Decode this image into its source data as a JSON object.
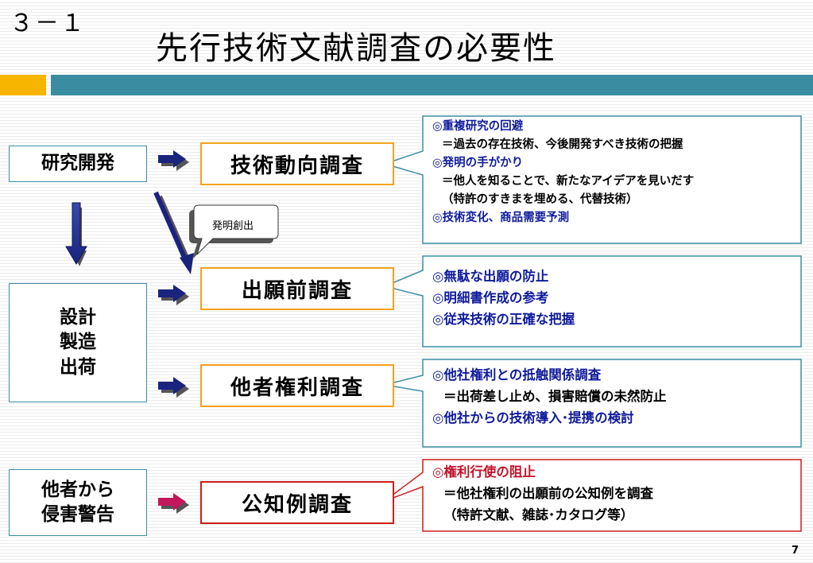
{
  "slide": {
    "number": "３－１",
    "title": "先行技術文献調査の必要性",
    "page": "7"
  },
  "left_boxes": {
    "research": "研究開発",
    "design_lines": [
      "設計",
      "製造",
      "出荷"
    ],
    "warning_lines": [
      "他者から",
      "侵害警告"
    ]
  },
  "bubble": {
    "label": "発明創出"
  },
  "surveys": [
    {
      "label": "技術動向調査",
      "notes": [
        {
          "text": "◎重複研究の回避",
          "style": "blue"
        },
        {
          "text": "＝過去の存在技術、今後開発すべき技術の把握",
          "style": "plain"
        },
        {
          "text": "◎発明の手がかり",
          "style": "blue"
        },
        {
          "text": "＝他人を知ることで、新たなアイデアを見いだす",
          "style": "plain"
        },
        {
          "text": "（特許のすきまを埋める、代替技術）",
          "style": "plain"
        },
        {
          "text": "◎技術変化、商品需要予測",
          "style": "blue"
        }
      ]
    },
    {
      "label": "出願前調査",
      "notes": [
        {
          "text": "◎無駄な出願の防止",
          "style": "blue"
        },
        {
          "text": "◎明細書作成の参考",
          "style": "blue"
        },
        {
          "text": "◎従来技術の正確な把握",
          "style": "blue"
        }
      ]
    },
    {
      "label": "他者権利調査",
      "notes": [
        {
          "text": "◎他社権利との抵触関係調査",
          "style": "blue"
        },
        {
          "text": "＝出荷差し止め、損害賠償の未然防止",
          "style": "plain"
        },
        {
          "text": "◎他社からの技術導入･提携の検討",
          "style": "blue"
        }
      ]
    },
    {
      "label": "公知例調査",
      "notes": [
        {
          "text": "◎権利行使の阻止",
          "style": "red"
        },
        {
          "text": "＝他社権利の出願前の公知例を調査",
          "style": "plain"
        },
        {
          "text": "（特許文献、雑誌･カタログ等）",
          "style": "plain"
        }
      ]
    }
  ],
  "colors": {
    "orange_accent": "#f7b500",
    "teal_bar": "#3a8da0",
    "survey_border": "#f4a11c",
    "survey_border_red": "#cf1c1c",
    "arrow_navy": "#1a237e",
    "arrow_magenta": "#c2185b",
    "note_blue": "#0f1b9c",
    "note_red": "#c3132b"
  }
}
